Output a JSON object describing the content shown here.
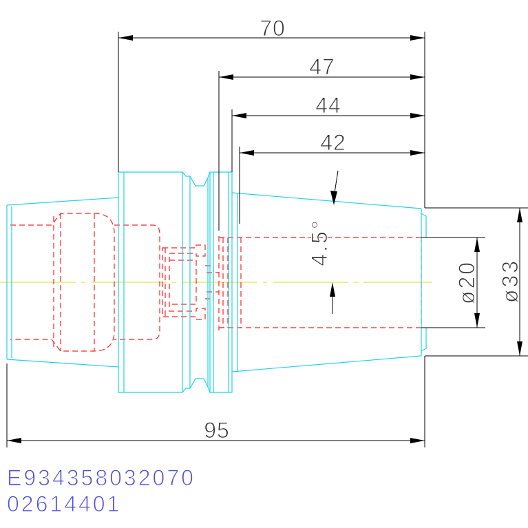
{
  "dimensions": {
    "length_a": "70",
    "length_b": "47",
    "length_c": "44",
    "length_d": "42",
    "overall_length": "95",
    "taper_angle": "4.5°",
    "bore_diameter": "ø20",
    "outer_diameter": "ø33"
  },
  "labels": {
    "article_number": "E934358032070",
    "code": "02614401"
  },
  "colors": {
    "outline": "#22d3e6",
    "hidden": "#ff2020",
    "centerline": "#e4e44a",
    "dimension": "#000000",
    "dimension_text": "#333333",
    "label_text": "#5252d6"
  }
}
